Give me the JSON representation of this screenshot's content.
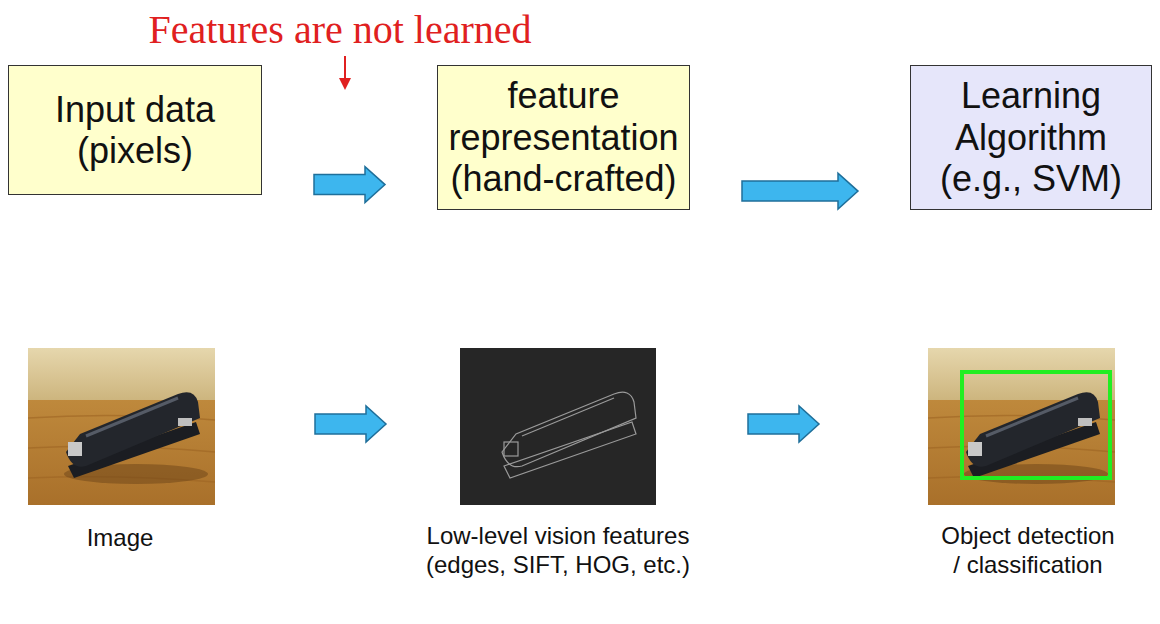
{
  "diagram": {
    "nodes": [
      {
        "text": [
          "Input data (pixels)"
        ]
      },
      {
        "text": [
          "feature representation (hand-crafted)"
        ]
      },
      {
        "text": [
          "Learning Algorithm (e.g., SVM)"
        ]
      }
    ],
    "edges": [
      {
        "from": 0,
        "to": 1,
        "arrow": "to"
      },
      {
        "from": 1,
        "to": 2,
        "arrow": "to"
      }
    ],
    "labels": [
      "Features are not learned",
      "Image",
      "Low-level vision features (edges, SIFT, HOG, etc.)",
      "Object detection / classification"
    ]
  }
}
